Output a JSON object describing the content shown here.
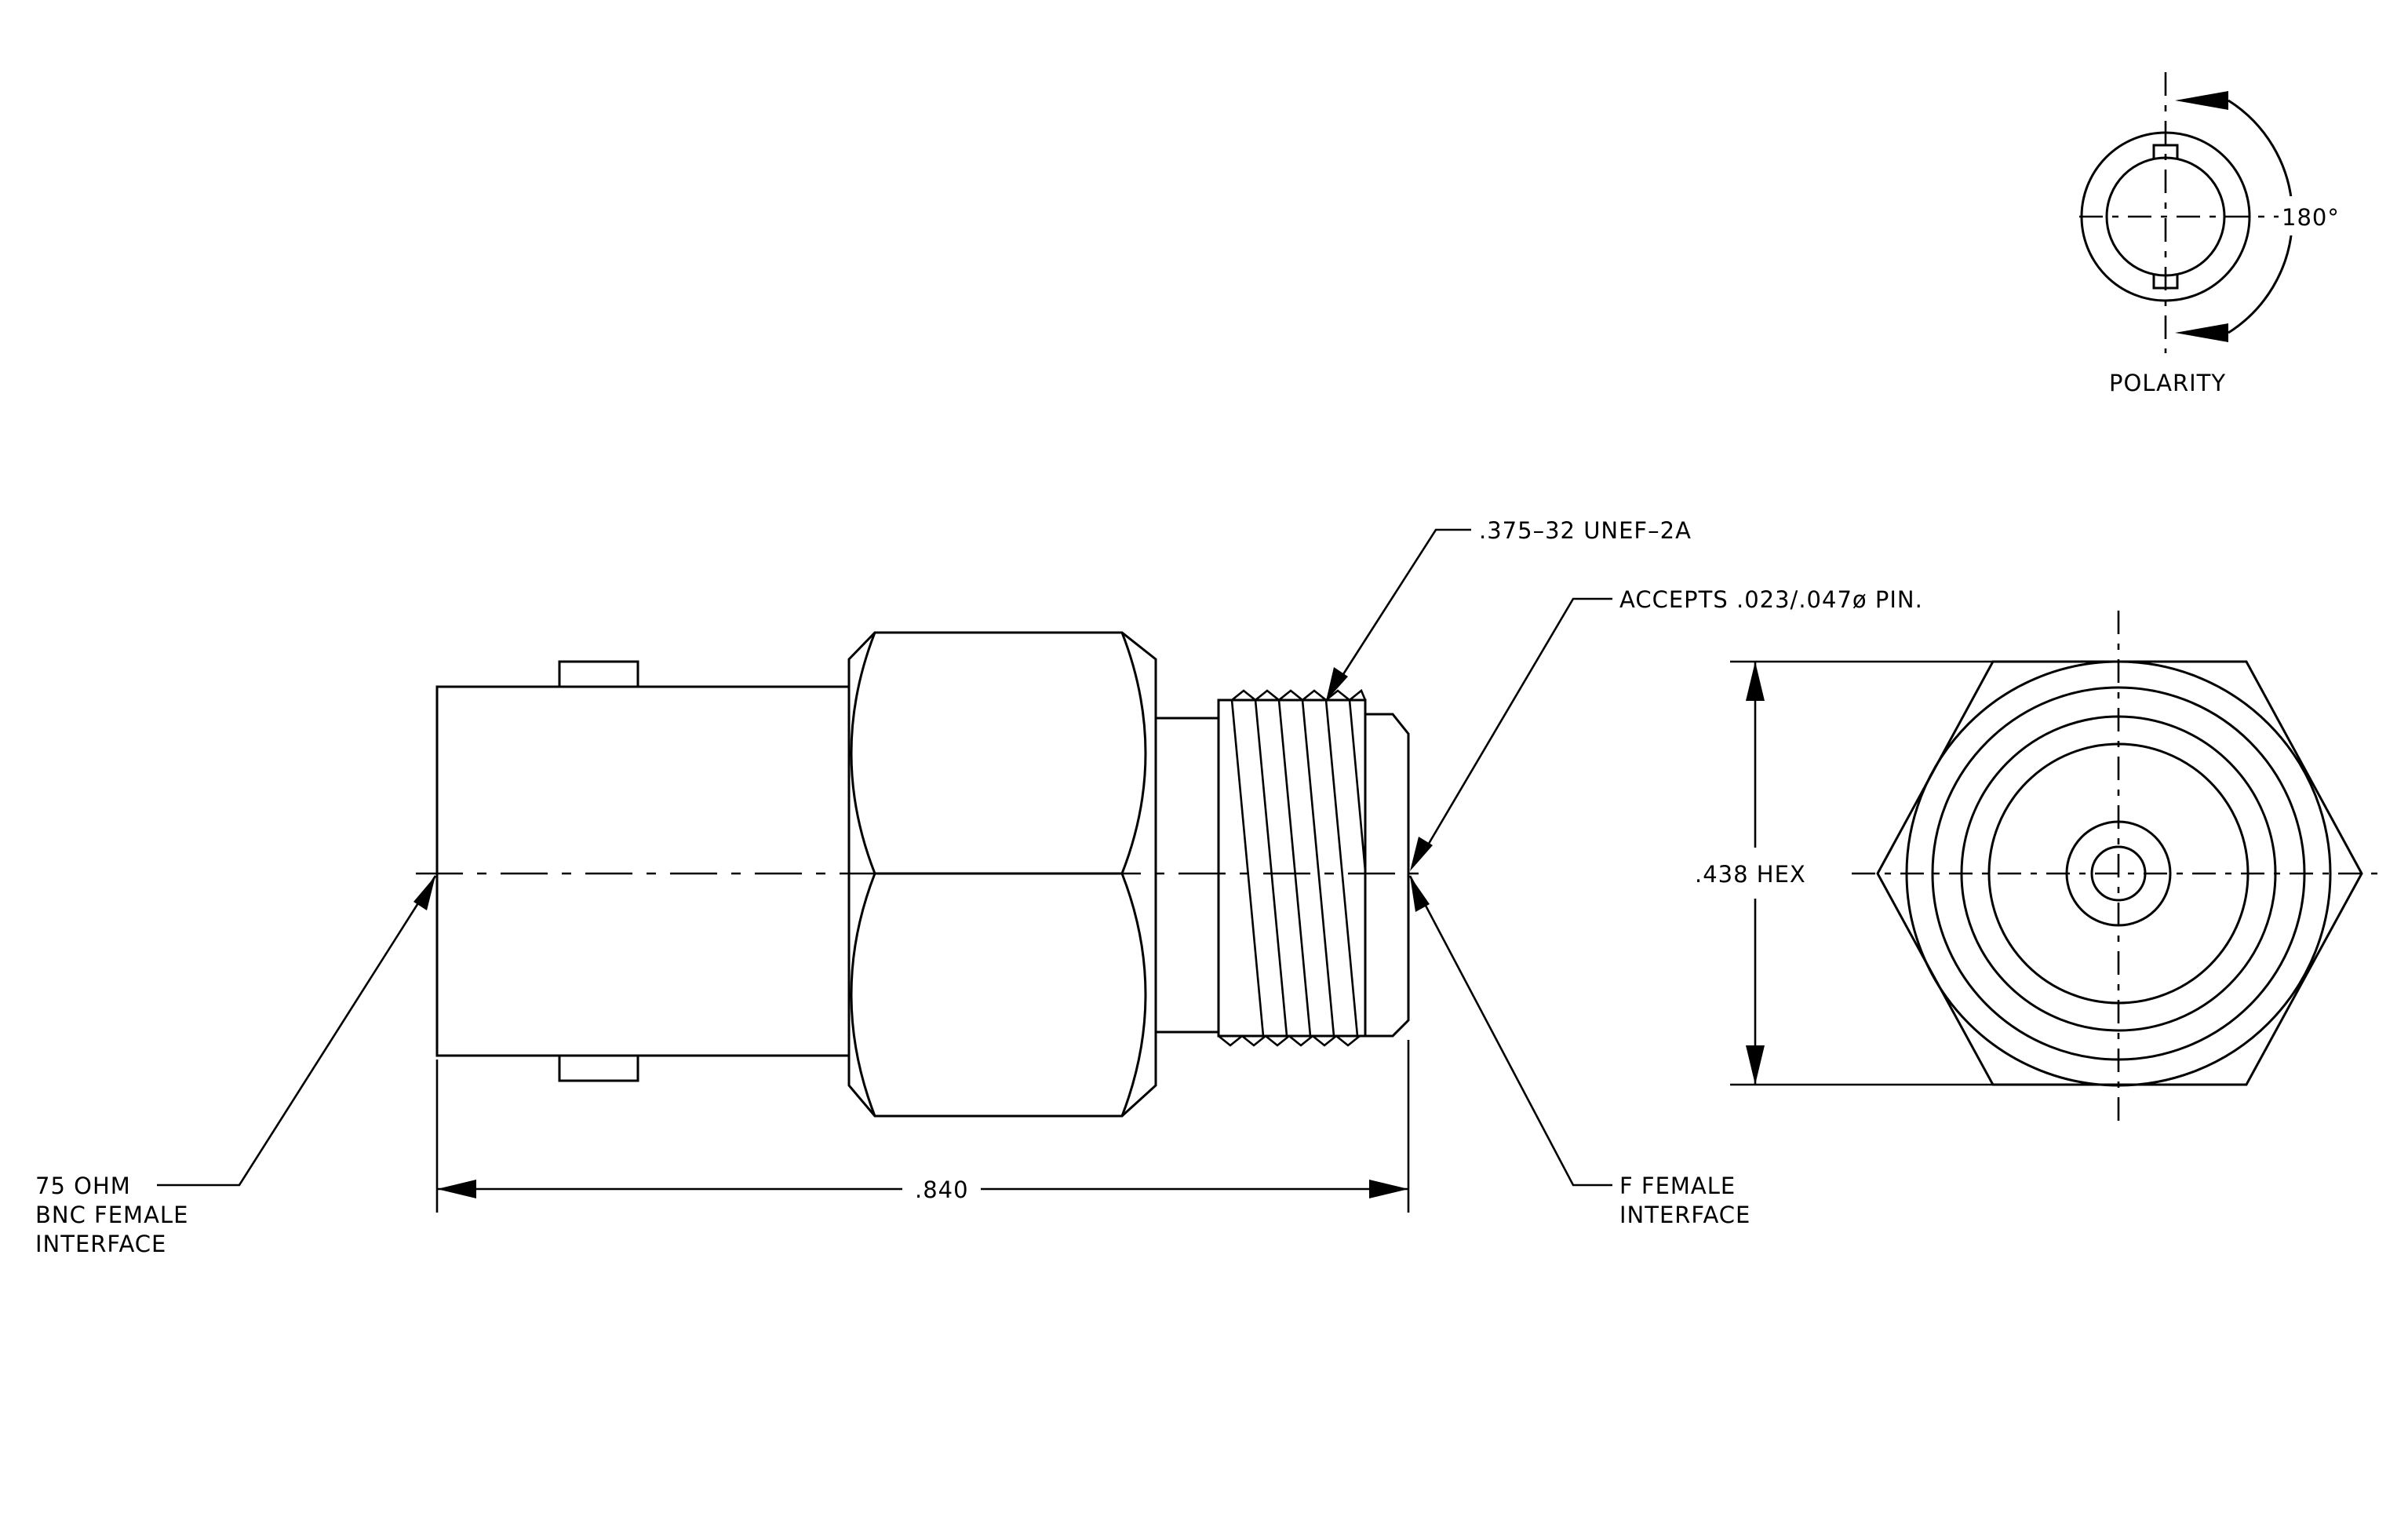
{
  "labels": {
    "polarity": "POLARITY",
    "angle": "180°",
    "thread": ".375–32  UNEF–2A",
    "pin": "ACCEPTS  .023/.047ø  PIN.",
    "hex": ".438  HEX",
    "length": ".840",
    "bnc_line1": "75  OHM",
    "bnc_line2": "BNC  FEMALE",
    "bnc_line3": "INTERFACE",
    "f_line1": "F  FEMALE",
    "f_line2": "INTERFACE"
  },
  "colors": {
    "ink": "#000000",
    "paper": "#ffffff"
  }
}
